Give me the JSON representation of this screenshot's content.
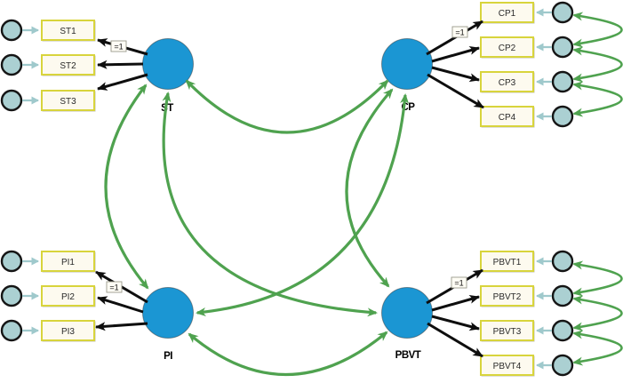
{
  "diagram_title": "",
  "latents": {
    "st": "ST",
    "cp": "CP",
    "pi": "PI",
    "pbvt": "PBVT"
  },
  "indicators": {
    "st": [
      "ST1",
      "ST2",
      "ST3"
    ],
    "cp": [
      "CP1",
      "CP2",
      "CP3",
      "CP4"
    ],
    "pi": [
      "PI1",
      "PI2",
      "PI3"
    ],
    "pbvt": [
      "PBVT1",
      "PBVT2",
      "PBVT3",
      "PBVT4"
    ]
  },
  "fixed_loading_label": "=1",
  "structure": {
    "type": "sem-path-diagram",
    "latent_covariances": [
      [
        "ST",
        "CP"
      ],
      [
        "ST",
        "PI"
      ],
      [
        "ST",
        "PBVT"
      ],
      [
        "CP",
        "PI"
      ],
      [
        "CP",
        "PBVT"
      ],
      [
        "PI",
        "PBVT"
      ]
    ],
    "error_covariances": [
      [
        "CP1",
        "CP2"
      ],
      [
        "CP2",
        "CP3"
      ],
      [
        "CP3",
        "CP4"
      ],
      [
        "PBVT1",
        "PBVT2"
      ],
      [
        "PBVT2",
        "PBVT3"
      ],
      [
        "PBVT3",
        "PBVT4"
      ]
    ],
    "fixed_loadings": [
      "ST-ST1",
      "CP-CP1",
      "PI-PI1",
      "PBVT-PBVT1"
    ]
  },
  "colors": {
    "background": "#ffffff",
    "latent_fill": "#1b96d3",
    "error_fill": "#abd0d2",
    "error_border": "#151515",
    "indicator_fill": "#fdfaef",
    "indicator_border": "#d8d43c",
    "covariance_arrow": "#4fa24f",
    "loading_arrow": "#0e0e0e",
    "error_connector": "#9fc9cc",
    "fixed_box_fill": "#fffdf5",
    "fixed_box_border": "#9a9a8c"
  }
}
